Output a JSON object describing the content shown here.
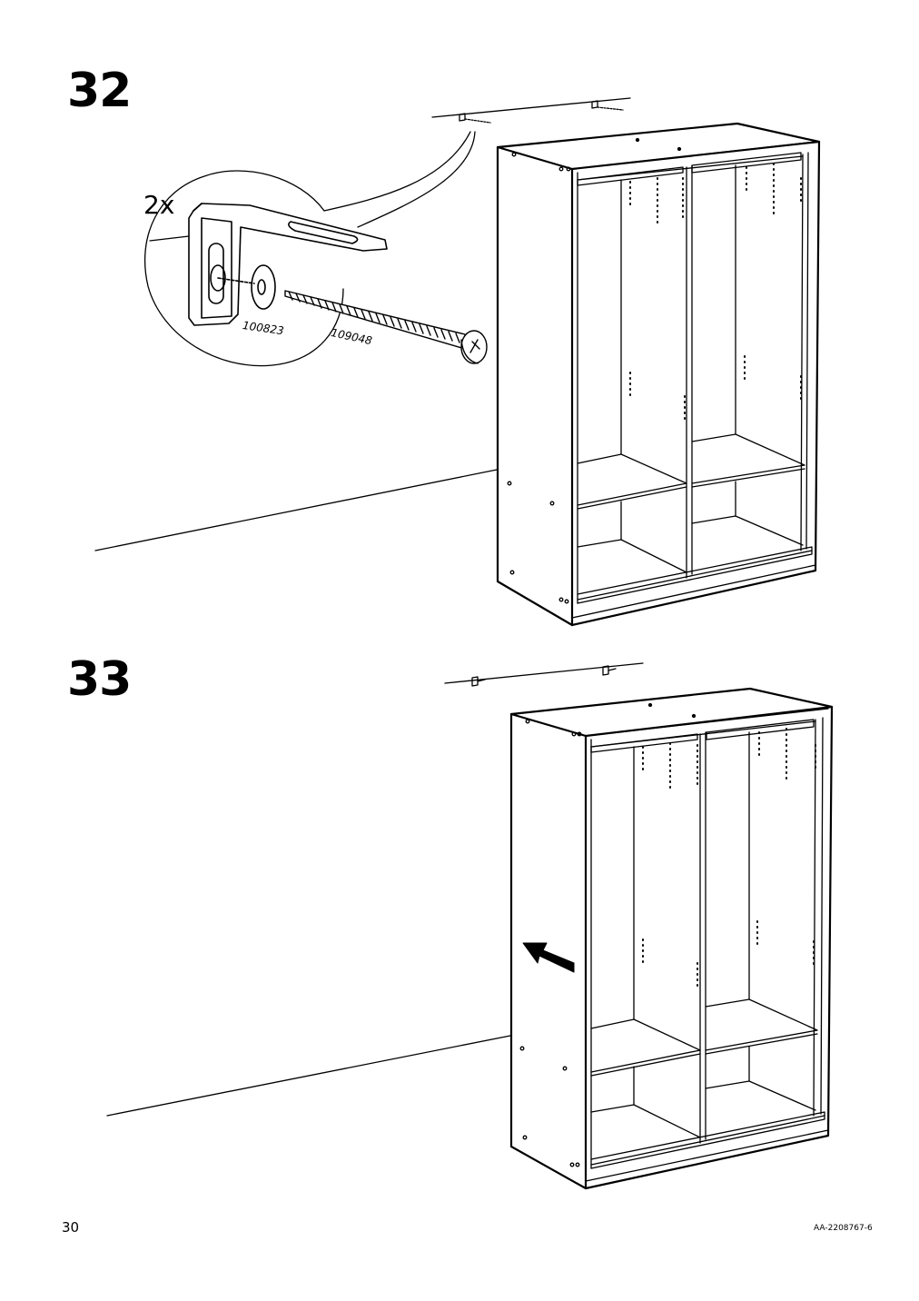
{
  "steps": [
    {
      "number": "32",
      "quantity": "2x",
      "parts": [
        "100823",
        "109048"
      ]
    },
    {
      "number": "33"
    }
  ],
  "footer": {
    "page_number": "30",
    "document_code": "AA-2208767-6"
  }
}
